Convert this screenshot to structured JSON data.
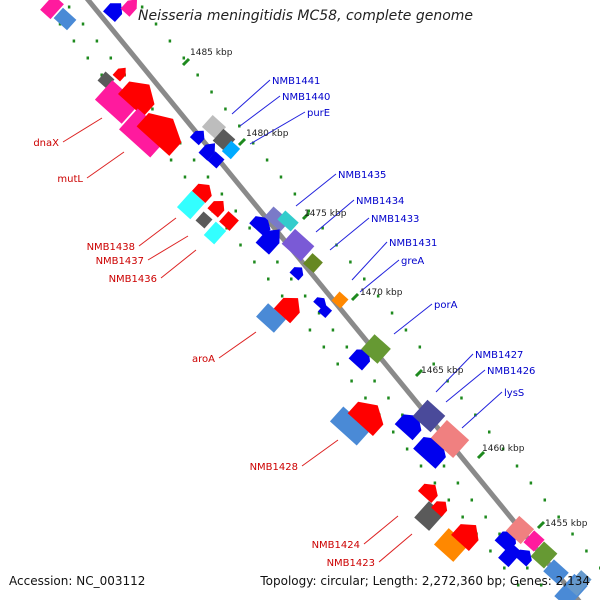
{
  "title": "Neisseria meningitidis MC58, complete genome",
  "footer": {
    "accession": "Accession: NC_003112",
    "summary": "Topology: circular; Length: 2,272,360 bp; Genes: 2,134"
  },
  "colors": {
    "backbone": "#8a8a8a",
    "tick": "#1e8a1e",
    "label_forward": "#0000cc",
    "label_reverse": "#cc0000",
    "leader_forward": "#2222dd",
    "leader_reverse": "#dd2222"
  },
  "scale_labels": [
    "1485 kbp",
    "1480 kbp",
    "1475 kbp",
    "1470 kbp",
    "1465 kbp",
    "1460 kbp",
    "1455 kbp"
  ],
  "forward_genes": [
    "NMB1441",
    "NMB1440",
    "purE",
    "NMB1435",
    "NMB1434",
    "NMB1433",
    "NMB1431",
    "greA",
    "porA",
    "NMB1427",
    "NMB1426",
    "lysS"
  ],
  "reverse_genes": [
    "dnaX",
    "mutL",
    "NMB1438",
    "NMB1437",
    "NMB1436",
    "aroA",
    "NMB1428",
    "NMB1424",
    "NMB1423"
  ]
}
